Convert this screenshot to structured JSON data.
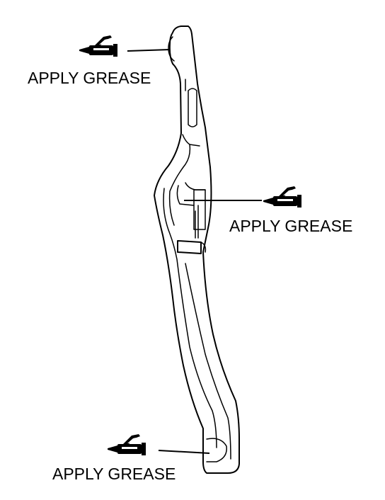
{
  "callouts": [
    {
      "id": "top",
      "label": "APPLY GREASE",
      "icon": "grease-gun-icon"
    },
    {
      "id": "middle",
      "label": "APPLY GREASE",
      "icon": "grease-gun-icon"
    },
    {
      "id": "bottom",
      "label": "APPLY GREASE",
      "icon": "grease-gun-icon"
    }
  ],
  "colors": {
    "line": "#000000",
    "background": "#ffffff"
  }
}
